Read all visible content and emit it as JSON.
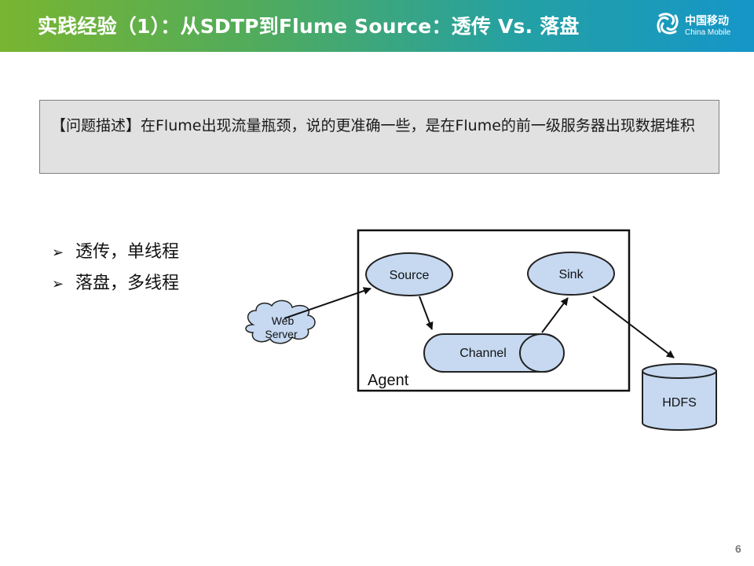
{
  "header": {
    "title": "实践经验（1）：从SDTP到Flume Source：透传 Vs. 落盘",
    "gradient": [
      "#79b530",
      "#1596c8"
    ],
    "logo_cn": "中国移动",
    "logo_en": "China Mobile"
  },
  "problem": {
    "text": "【问题描述】在Flume出现流量瓶颈，说的更准确一些，是在Flume的前一级服务器出现数据堆积"
  },
  "bullets": [
    {
      "icon": "arrow-bullet-icon",
      "text": "透传，单线程"
    },
    {
      "icon": "arrow-bullet-icon",
      "text": "落盘，多线程"
    }
  ],
  "diagram": {
    "fill_color": "#c6d9f1",
    "web_server_label": [
      "Web",
      "Server"
    ],
    "source_label": "Source",
    "sink_label": "Sink",
    "channel_label": "Channel",
    "agent_label": "Agent",
    "hdfs_label": "HDFS"
  },
  "footer": {
    "page_number": "6"
  }
}
